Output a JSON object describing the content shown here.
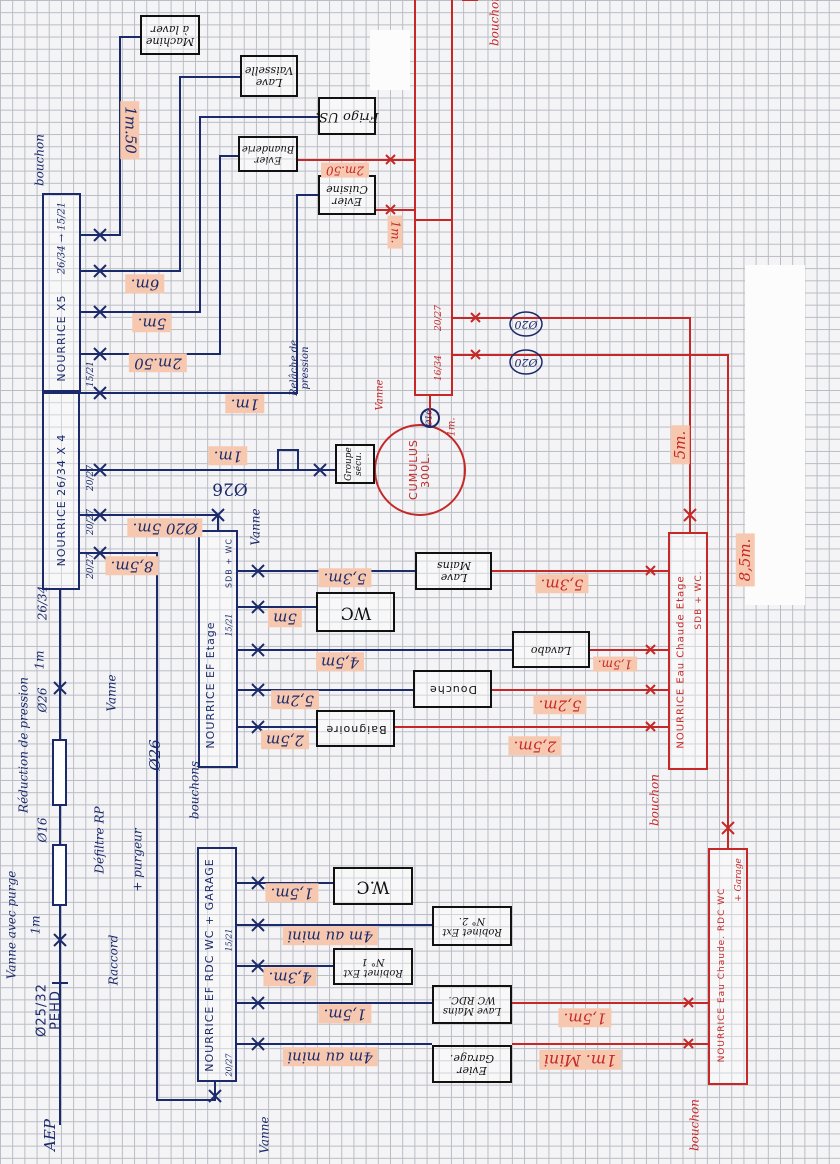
{
  "colors": {
    "cold_water": "#1b2a6b",
    "hot_water": "#c62828",
    "length_highlight": "#f6c8b0"
  },
  "supply": {
    "source": "AEP",
    "pipe": "Ø25/32 PEHD",
    "connector": "Raccord",
    "valve_purge": "Vanne avec purge",
    "valve_purge_len": "1m",
    "filter": "Défiltre RP",
    "purger": "+ purgeur",
    "pipe_16": "Ø16",
    "reducer": "Réduction de pression",
    "pipe_26": "Ø26",
    "valve": "Vanne",
    "len_1m": "1m",
    "riser": "26/34",
    "main_pipe": "Ø26"
  },
  "nourrice_x5": {
    "label": "NOURRICE X5",
    "sizes": "26/34 → 15/21",
    "plug": "bouchon",
    "side_size": "15/21",
    "outlets": [
      {
        "fixture": "Machine à laver",
        "length": "1m.50"
      },
      {
        "fixture": "Lave Vaisselle",
        "length": "6m."
      },
      {
        "fixture": "Frigo US.",
        "length": "5m."
      },
      {
        "fixture": "Evier Buanderie",
        "length": "2m.50"
      },
      {
        "fixture": "Evier Cuisine",
        "length": "1m."
      }
    ]
  },
  "nourrice_x4": {
    "label": "NOURRICE 26/34 X 4",
    "sizes": [
      "20/27",
      "20/27",
      "20/27"
    ],
    "relief_label": "Relâche de pression",
    "safety_group": "Groupe sécu.",
    "relief_len": "1m.",
    "pipe_26": "Ø26",
    "pipe_20": "Ø20 5m.",
    "valve": "Vanne",
    "rdc_len": "8,5m."
  },
  "nourrice_ef_etage": {
    "label": "NOURRICE EF Etage",
    "sub": "SDB + WC",
    "size": "15/21",
    "plugs": "bouchons",
    "outlets": [
      {
        "fixture": "Lave Mains",
        "length": "5,3m."
      },
      {
        "fixture": "WC",
        "length": "5m"
      },
      {
        "fixture": "Lavabo",
        "length": "4,5m"
      },
      {
        "fixture": "Douche",
        "length": "5,2m"
      },
      {
        "fixture": "Baignoire",
        "length": "2,5m"
      }
    ]
  },
  "nourrice_ef_rdc": {
    "label": "NOURRICE EF RDC WC + GARAGE",
    "size": "15/21",
    "size2": "20/27",
    "valve": "Vanne",
    "outlets": [
      {
        "fixture": "W.C",
        "length": "1,5m."
      },
      {
        "fixture": "Robinet Ext N° 2.",
        "length": "4m au mini"
      },
      {
        "fixture": "Robinet Ext N° 1",
        "length": "4,3m."
      },
      {
        "fixture": "Lave Mains WC RDC.",
        "length": "1,5m."
      },
      {
        "fixture": "Evier Garage.",
        "length": "4m au mini"
      }
    ]
  },
  "hot": {
    "cumulus": "CUMULUS 300L.",
    "valve": "Vanne",
    "inlet_len": "1m.",
    "inlet_size": "Ø16",
    "nourrice_sizes": [
      "16/34",
      "20/27"
    ],
    "pipe_tags": [
      "Ø20",
      "Ø20"
    ],
    "kitchen_lens": [
      "2m.50",
      "1m."
    ],
    "etage": {
      "label": "NOURRICE Eau Chaude Etage",
      "sub": "SDB + WC.",
      "feed_len": "5m.",
      "plug": "bouchon",
      "lens": [
        "5,3m.",
        "1,5m.",
        "5,2m.",
        "2,5m."
      ]
    },
    "rdc": {
      "label": "NOURRICE Eau Chaude. RDC WC",
      "sub": "+ Garage",
      "feed_len": "8,5m.",
      "plug": "bouchon",
      "lens": [
        "1,5m.",
        "1m. Mini"
      ]
    },
    "top_plug": "bouchon"
  }
}
